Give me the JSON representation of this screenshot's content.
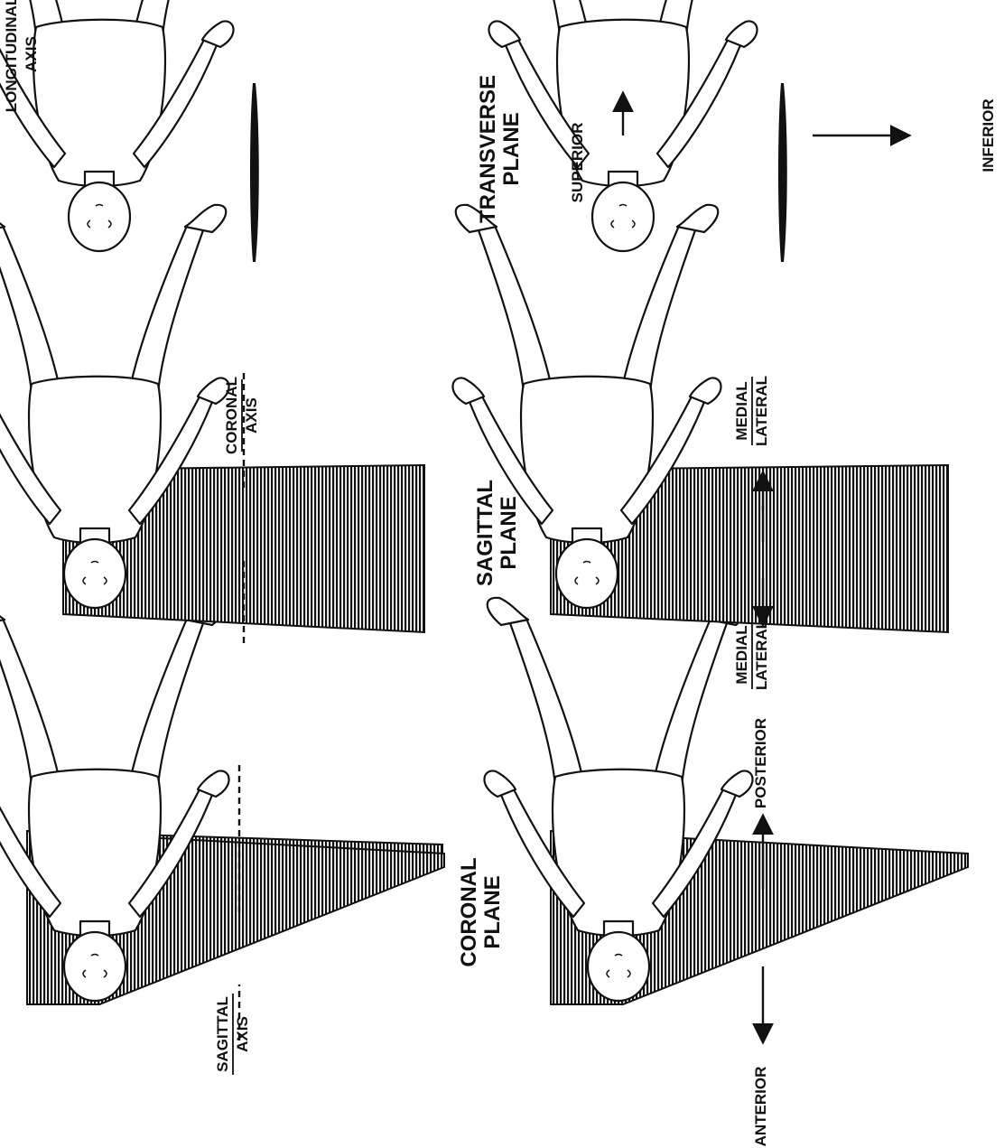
{
  "colors": {
    "ink": "#111111",
    "plane_hatch": "#111111",
    "background": "#ffffff"
  },
  "coronal": {
    "title_line1": "CORONAL",
    "title_line2": "PLANE",
    "axis_label_top": "SAGITTAL",
    "axis_label_bottom": "AXIS",
    "direction_anterior": "ANTERIOR",
    "direction_posterior": "POSTERIOR"
  },
  "sagittal": {
    "title_line1": "SAGITTAL",
    "title_line2": "PLANE",
    "axis_label_top": "CORONAL",
    "axis_label_bottom": "AXIS",
    "left_medial": "MEDIAL",
    "left_lateral": "LATERAL",
    "right_medial": "MEDIAL",
    "right_lateral": "LATERAL"
  },
  "transverse": {
    "title_line1": "TRANSVERSE",
    "title_line2": "PLANE",
    "axis_label_top": "LONGITUDINAL",
    "axis_label_bottom": "AXIS",
    "direction_superior": "SUPERIOR",
    "direction_inferior": "INFERIOR"
  }
}
